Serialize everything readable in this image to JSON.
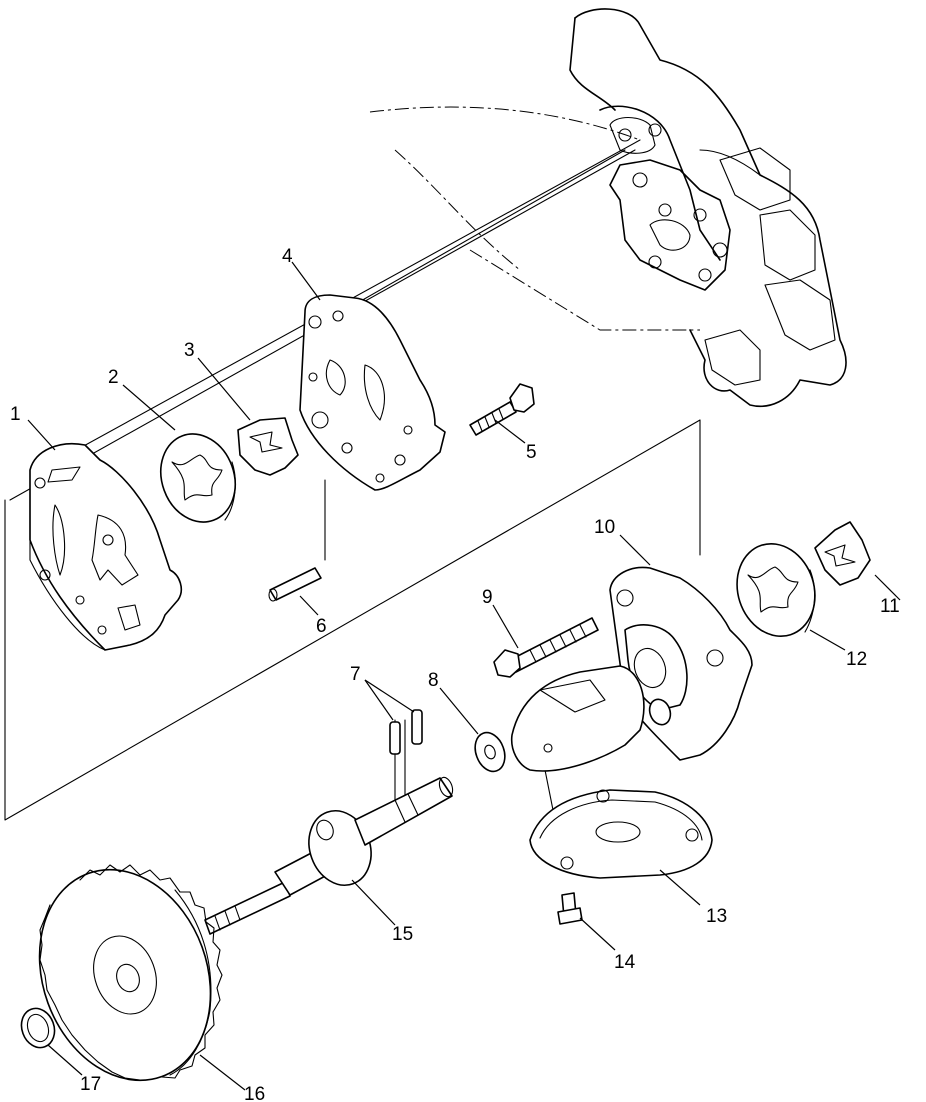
{
  "callouts": [
    "1",
    "2",
    "3",
    "4",
    "5",
    "6",
    "7",
    "8",
    "9",
    "10",
    "11",
    "12",
    "13",
    "14",
    "15",
    "16",
    "17"
  ]
}
